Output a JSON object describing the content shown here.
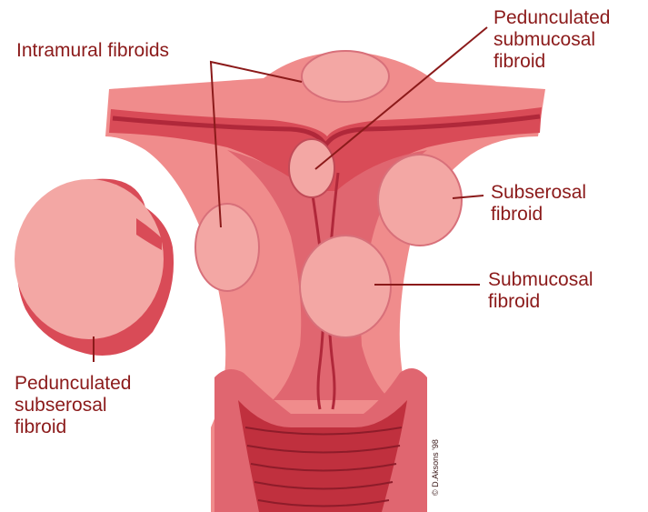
{
  "labels": {
    "intramural": "Intramural fibroids",
    "pedunculated_submucosal": "Pedunculated\nsubmucosal\nfibroid",
    "subserosal": "Subserosal\nfibroid",
    "submucosal": "Submucosal\nfibroid",
    "pedunculated_subserosal": "Pedunculated\nsubserosal\nfibroid"
  },
  "credit": "© D.Aksons '98",
  "colors": {
    "uterus_wall": "#f08c8c",
    "inner_layer": "#d94b57",
    "cavity_line": "#b0283a",
    "fibroid": "#f3a7a4",
    "fibroid_edge": "#d8707a",
    "label_text": "#8b1a1a",
    "leader_line": "#8b1a1a"
  }
}
